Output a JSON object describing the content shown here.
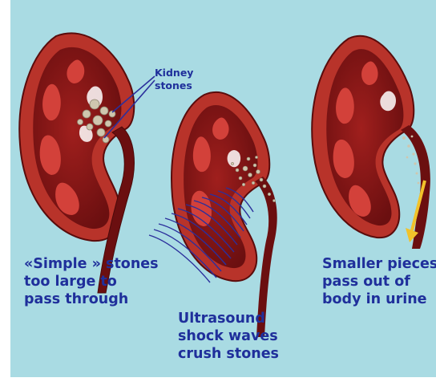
{
  "labels": {
    "kidney_stones": [
      "Kidney",
      "stones"
    ],
    "left": [
      "«Simple » stones",
      "too large to",
      "pass through"
    ],
    "middle": [
      "Ultrasound",
      "shock waves",
      "crush stones"
    ],
    "right": [
      "Smaller pieces",
      "pass out of",
      "body in urine"
    ]
  },
  "colors": {
    "background": "#a9dbe3",
    "kidney_outer": "#b8332a",
    "kidney_inner": "#7a1414",
    "lobe": "#d3413a",
    "text": "#1f2f9b",
    "waves": "#2b2f9c",
    "stone": "#cfc6ae",
    "arrow": "#f1c22a"
  }
}
